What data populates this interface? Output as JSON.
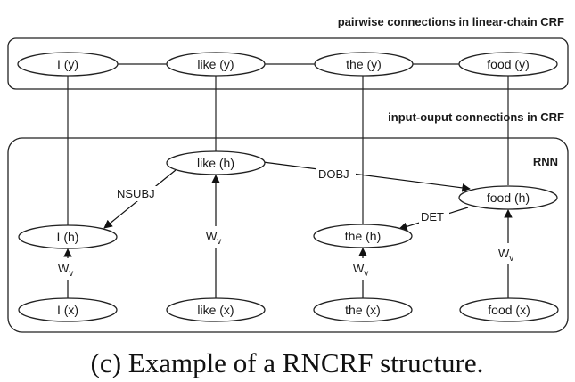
{
  "titles": {
    "crf_box": "pairwise connections in linear-chain CRF",
    "io_connections": "input-ouput connections in CRF",
    "rnn_box": "RNN"
  },
  "nodes": {
    "i_y": "I (y)",
    "like_y": "like (y)",
    "the_y": "the (y)",
    "food_y": "food (y)",
    "like_h": "like (h)",
    "food_h": "food (h)",
    "i_h": "I (h)",
    "the_h": "the (h)",
    "i_x": "I (x)",
    "like_x": "like (x)",
    "the_x": "the (x)",
    "food_x": "food (x)"
  },
  "edges": {
    "nsubj": "NSUBJ",
    "dobj": "DOBJ",
    "det": "DET",
    "weight_main": "W",
    "weight_sub": "v"
  },
  "caption": "(c) Example of a RNCRF structure."
}
